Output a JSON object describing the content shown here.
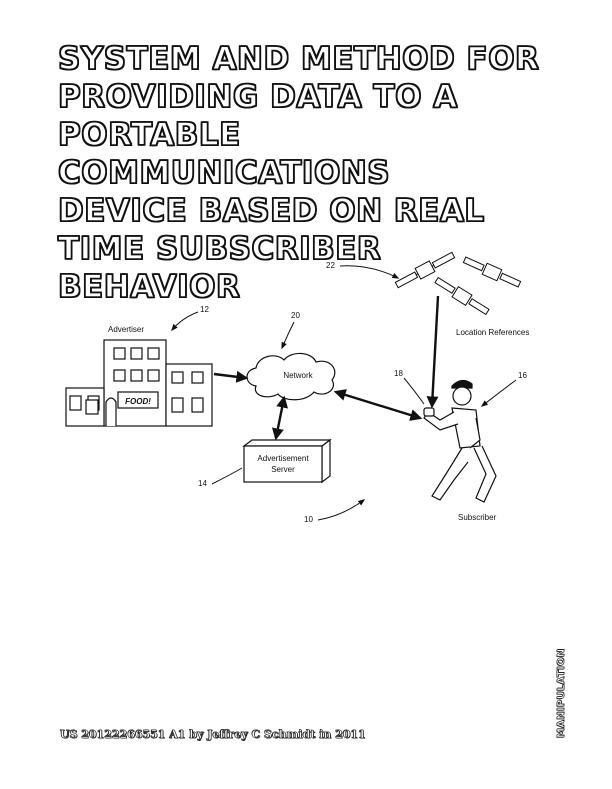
{
  "title_lines": [
    "SYSTEM AND METHOD FOR",
    "PROVIDING DATA TO A",
    "PORTABLE COMMUNICATIONS",
    "DEVICE BASED ON REAL",
    "TIME SUBSCRIBER BEHAVIOR"
  ],
  "diagram": {
    "advertiser_label": "Advertiser",
    "advertiser_ref": "12",
    "food_sign": "FOOD!",
    "network_label": "Network",
    "network_ref": "20",
    "server_label_line1": "Advertisement",
    "server_label_line2": "Server",
    "server_ref": "14",
    "satellites_ref": "22",
    "location_label": "Location References",
    "device_ref": "18",
    "subscriber_ref": "16",
    "subscriber_label": "Subscriber",
    "system_ref": "10"
  },
  "footer_text": "US 20122266551 A1 by Jeffrey C Schmidt in 2011",
  "side_label": "MANIPULATION",
  "colors": {
    "ink": "#111111",
    "background": "#ffffff",
    "cap": "#111111"
  }
}
